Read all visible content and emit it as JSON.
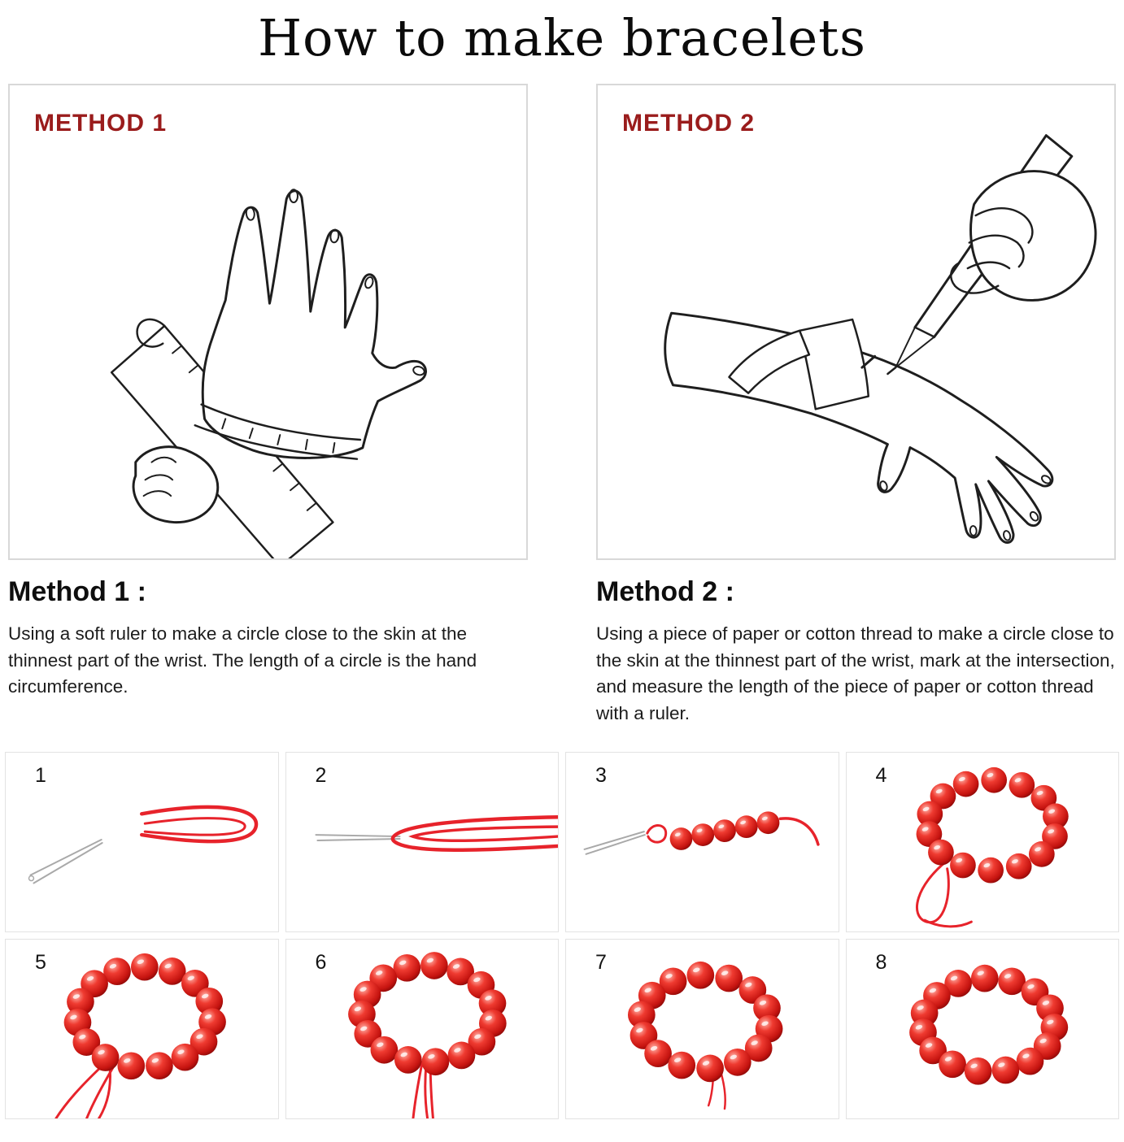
{
  "title": "How to make bracelets",
  "methods": [
    {
      "badge": "METHOD 1",
      "heading": "Method 1 :",
      "description": "Using a soft ruler to make a circle close to the skin at the thinnest part of the wrist. The length of a circle is the hand circumference."
    },
    {
      "badge": "METHOD 2",
      "heading": "Method 2 :",
      "description": "Using a piece of paper or cotton thread to make a circle close to the skin at the thinnest part of the wrist, mark at the intersection, and measure the length of the piece of paper or cotton thread with a ruler."
    }
  ],
  "steps": [
    {
      "number": "1",
      "kind": "needle-and-cord"
    },
    {
      "number": "2",
      "kind": "cord-through-needle"
    },
    {
      "number": "3",
      "kind": "beads-strung"
    },
    {
      "number": "4",
      "kind": "bracelet-with-loop"
    },
    {
      "number": "5",
      "kind": "bracelet-cords-left"
    },
    {
      "number": "6",
      "kind": "bracelet-cords-center"
    },
    {
      "number": "7",
      "kind": "bracelet-cords-short"
    },
    {
      "number": "8",
      "kind": "bracelet-finished"
    }
  ],
  "colors": {
    "badge_red": "#9a1c1c",
    "cord_red": "#e7232b",
    "needle_gray": "#a9a9a9",
    "bead_light": "#ffb4aa",
    "bead_mid": "#ef3b31",
    "bead_deep": "#c61410",
    "bead_dark": "#7c0606",
    "line_ink": "#1e1e1e"
  }
}
